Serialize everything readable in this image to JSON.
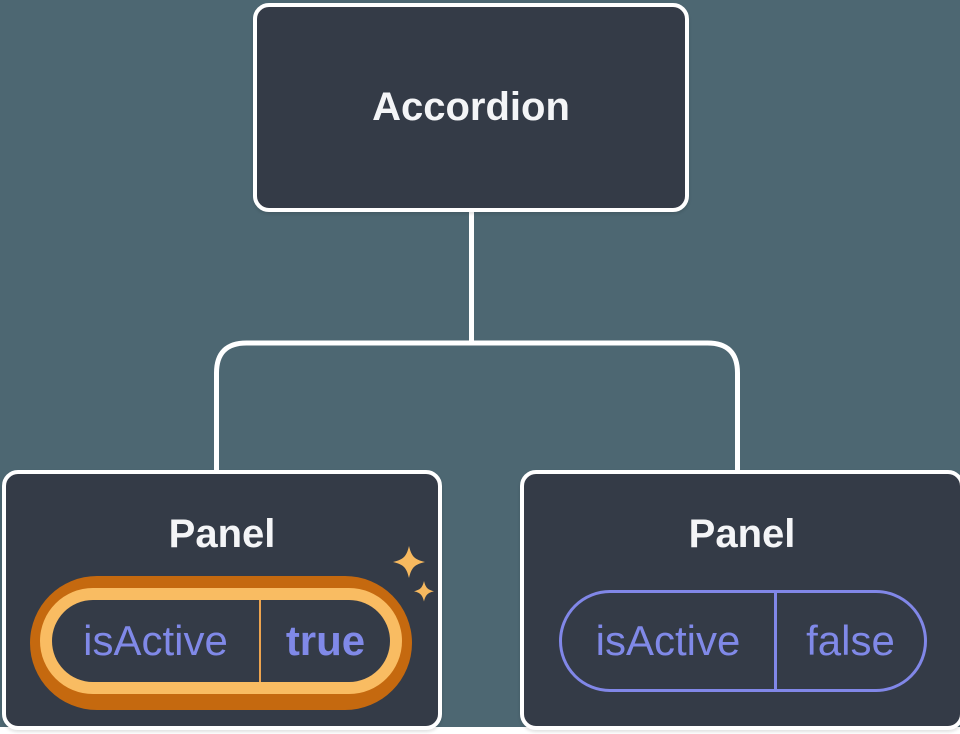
{
  "diagram": {
    "root": {
      "label": "Accordion"
    },
    "panels": [
      {
        "label": "Panel",
        "prop_name": "isActive",
        "prop_value": "true",
        "highlighted": true
      },
      {
        "label": "Panel",
        "prop_name": "isActive",
        "prop_value": "false",
        "highlighted": false
      }
    ]
  },
  "icons": {
    "sparkles": "sparkles-icon",
    "connector": "tree-connector-lines"
  },
  "colors": {
    "backdrop_teal": "#4D6772",
    "node_fill": "#343B47",
    "node_border": "#FFFFFF",
    "title_text": "#F4F5F7",
    "prop_text_purple": "#8089E8",
    "prop_border_purple": "#8187E8",
    "highlight_dark_orange": "#C5690F",
    "highlight_light_orange": "#F9BC62",
    "highlight_divider_orange": "#EDA44F",
    "sparkle_gold": "#F7B95F",
    "page_bottom_strip": "#FFFFFF"
  }
}
